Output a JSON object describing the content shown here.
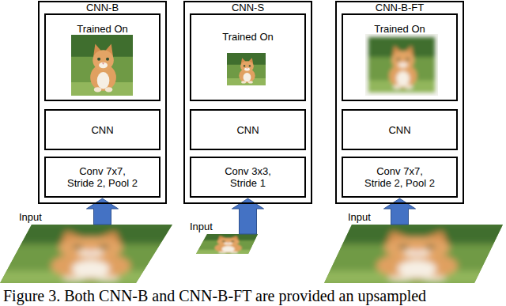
{
  "diagram": {
    "caption": "Figure 3. Both CNN-B and CNN-B-FT are provided an upsampled",
    "nodes": [
      {
        "text": [
          "CNN-B"
        ]
      },
      {
        "text": [
          "Trained On"
        ],
        "in": 0
      },
      {
        "text": [
          "CNN"
        ],
        "in": 0
      },
      {
        "text": [
          "Conv 7x7, Stride 2, Pool 2"
        ],
        "in": 0
      },
      {
        "text": [
          "CNN-S"
        ]
      },
      {
        "text": [
          "Trained On"
        ],
        "in": 4
      },
      {
        "text": [
          "CNN"
        ],
        "in": 4
      },
      {
        "text": [
          "Conv 3x3, Stride 1"
        ],
        "in": 4
      },
      {
        "text": [
          "CNN-B-FT"
        ]
      },
      {
        "text": [
          "Trained On"
        ],
        "in": 8
      },
      {
        "text": [
          "CNN"
        ],
        "in": 8
      },
      {
        "text": [
          "Conv 7x7, Stride 2, Pool 2"
        ],
        "in": 8
      },
      {
        "text": [
          "Input"
        ]
      },
      {
        "text": [
          "Input"
        ]
      },
      {
        "text": [
          "Input"
        ]
      }
    ],
    "edges": [
      {
        "from": 12,
        "to": 3,
        "arrow": "to"
      },
      {
        "from": 13,
        "to": 7,
        "arrow": "to"
      },
      {
        "from": 14,
        "to": 11,
        "arrow": "to"
      }
    ]
  }
}
